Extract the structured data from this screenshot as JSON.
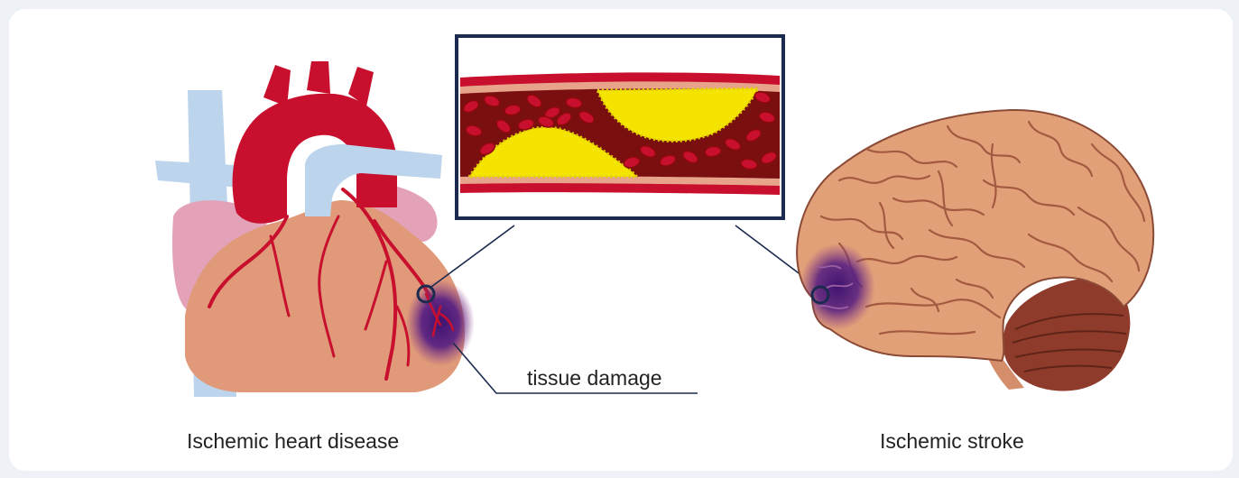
{
  "labels": {
    "tissue_damage": "tissue damage",
    "heart_caption": "Ischemic heart disease",
    "brain_caption": "Ischemic stroke"
  },
  "colors": {
    "background": "#eef1f6",
    "card": "#ffffff",
    "heart_muscle": "#e09a79",
    "artery_red": "#c8102e",
    "vein_blue": "#bcd4ec",
    "atrium_pink": "#e3a2b8",
    "damage_purple": "#4a1f7a",
    "plaque_yellow": "#f5e400",
    "blood_dark": "#7a0f10",
    "brain": "#e2a079",
    "cerebellum": "#8e3b2c",
    "frame_navy": "#1b2a4e"
  },
  "icons": [
    "heart-illustration",
    "brain-illustration",
    "artery-cross-section"
  ]
}
